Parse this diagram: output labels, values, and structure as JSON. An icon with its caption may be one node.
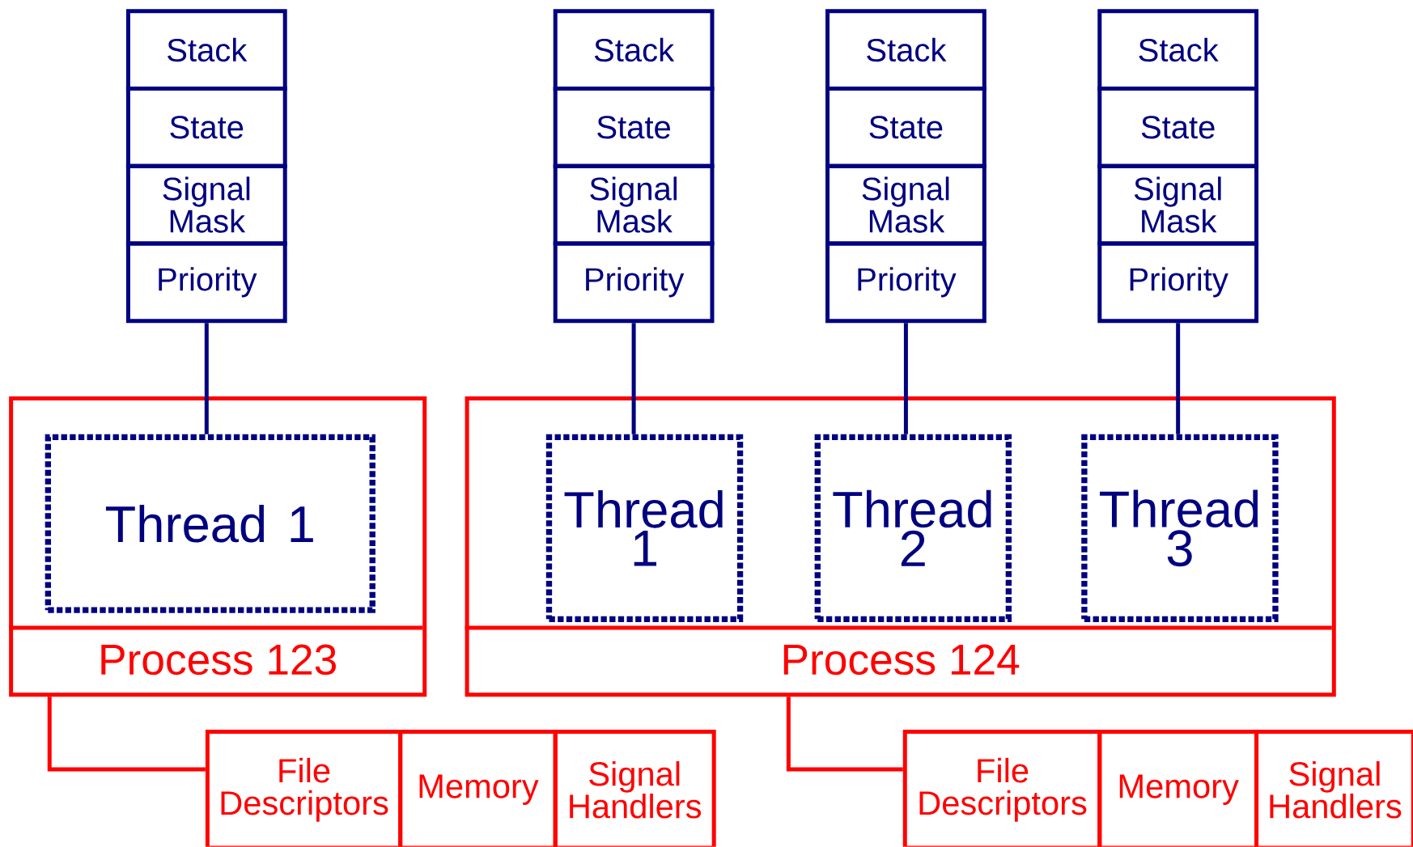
{
  "diagram": {
    "nodes": [
      {
        "text": [
          "Stack"
        ]
      },
      {
        "text": [
          "State"
        ]
      },
      {
        "text": [
          "Signal Mask"
        ]
      },
      {
        "text": [
          "Priority"
        ]
      },
      {
        "text": [
          "Stack"
        ]
      },
      {
        "text": [
          "State"
        ]
      },
      {
        "text": [
          "Signal Mask"
        ]
      },
      {
        "text": [
          "Priority"
        ]
      },
      {
        "text": [
          "Stack"
        ]
      },
      {
        "text": [
          "State"
        ]
      },
      {
        "text": [
          "Signal Mask"
        ]
      },
      {
        "text": [
          "Priority"
        ]
      },
      {
        "text": [
          "Stack"
        ]
      },
      {
        "text": [
          "State"
        ]
      },
      {
        "text": [
          "Signal Mask"
        ]
      },
      {
        "text": [
          "Priority"
        ]
      },
      {
        "text": [
          "Process 123"
        ]
      },
      {
        "text": [
          "Thread 1"
        ],
        "in": 16
      },
      {
        "text": [
          "Process 124"
        ]
      },
      {
        "text": [
          "Thread 1"
        ],
        "in": 18
      },
      {
        "text": [
          "Thread 2"
        ],
        "in": 18
      },
      {
        "text": [
          "Thread 3"
        ],
        "in": 18
      },
      {
        "text": [
          "File Descriptors"
        ]
      },
      {
        "text": [
          "Memory"
        ]
      },
      {
        "text": [
          "Signal Handlers"
        ]
      },
      {
        "text": [
          "File Descriptors"
        ]
      },
      {
        "text": [
          "Memory"
        ]
      },
      {
        "text": [
          "Signal Handlers"
        ]
      }
    ],
    "edges": [
      {
        "from": 3,
        "to": 17,
        "arrow": "none"
      },
      {
        "from": 7,
        "to": 19,
        "arrow": "none"
      },
      {
        "from": 11,
        "to": 20,
        "arrow": "none"
      },
      {
        "from": 15,
        "to": 21,
        "arrow": "none"
      },
      {
        "from": 16,
        "to": 22,
        "arrow": "none",
        "color": "#ff0000"
      },
      {
        "from": 18,
        "to": 25,
        "arrow": "none",
        "color": "#ff0000"
      }
    ]
  }
}
